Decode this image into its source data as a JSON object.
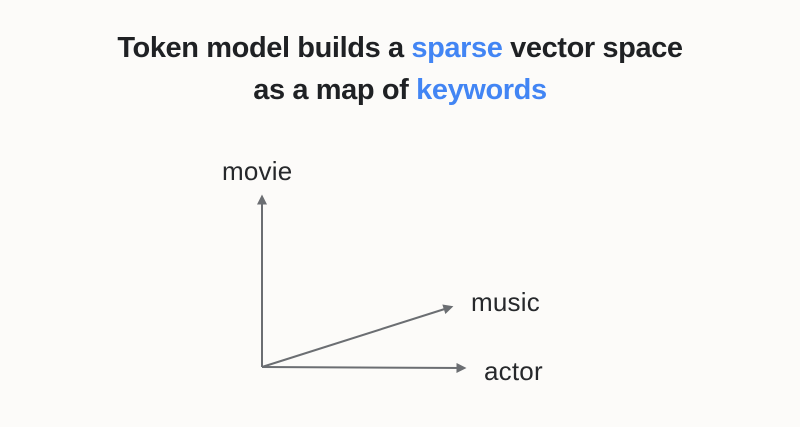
{
  "colors": {
    "background": "#fcfbf9",
    "title_ink": "#1f2124",
    "accent_blue": "#4285f4",
    "arrow_gray": "#6b6e72",
    "label_ink": "#26282b"
  },
  "title": {
    "line1_pre": "Token model builds a ",
    "line1_accent": "sparse",
    "line1_post": " vector space",
    "line2_pre": "as a map of ",
    "line2_accent": "keywords"
  },
  "diagram": {
    "type": "vector-space-axes",
    "axis_labels": {
      "vertical": "movie",
      "diagonal": "music",
      "horizontal": "actor"
    }
  }
}
